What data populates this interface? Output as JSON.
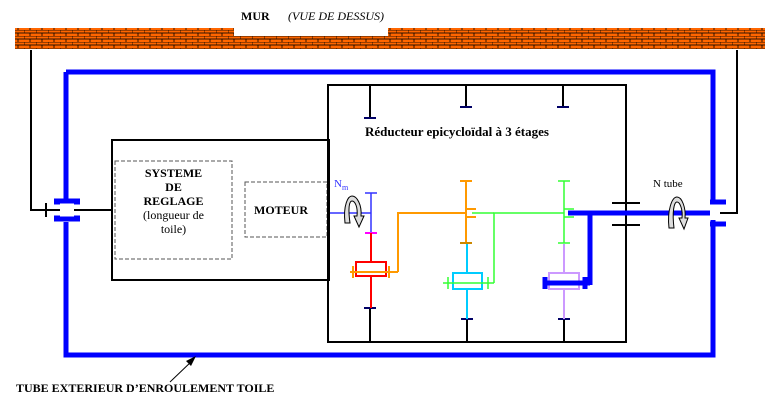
{
  "wall": {
    "label": "MUR",
    "view_note": "(VUE DE DESSUS)",
    "brick_color": "#FF6600",
    "mortar_color": "#000000"
  },
  "blocks": {
    "adjustment_system": {
      "line1": "SYSTEME",
      "line2": "DE",
      "line3": "REGLAGE",
      "line4": "(longueur de",
      "line5": "toile)"
    },
    "motor": {
      "label": "MOTEUR"
    },
    "reducer": {
      "title": "Réducteur epicycloïdal à 3 étages"
    }
  },
  "annotations": {
    "motor_speed_symbol": "N",
    "motor_speed_subscript": "m",
    "tube_speed": "N tube",
    "outer_tube": "TUBE EXTERIEUR D’ENROULEMENT TOILE"
  },
  "colors": {
    "tube": "#0000FF",
    "stage1_input": "#3333FF",
    "stage1_carrier": "#FF0000",
    "stage1_output": "#FF9900",
    "stage2_carrier": "#00CCFF",
    "stage2_output": "#33FF33",
    "stage3_carrier": "#CC99FF",
    "frame": "#000000",
    "ring_tick": "#000066",
    "sun_tick": "#FF00FF"
  }
}
